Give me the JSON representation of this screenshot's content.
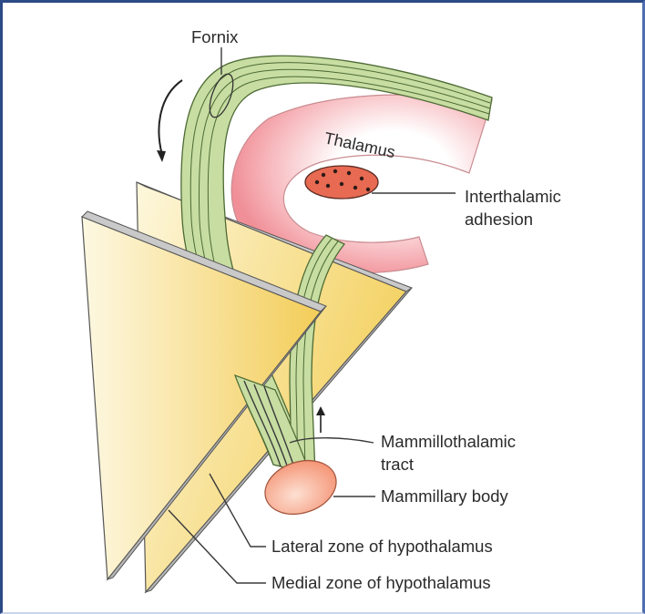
{
  "labels": {
    "fornix": "Fornix",
    "thalamus": "Thalamus",
    "interthalamic_line1": "Interthalamic",
    "interthalamic_line2": "adhesion",
    "mammillothalamic_line1": "Mammillothalamic",
    "mammillothalamic_line2": "tract",
    "mammillary_body": "Mammillary body",
    "lateral_zone": "Lateral zone of hypothalamus",
    "medial_zone": "Medial zone of hypothalamus"
  },
  "colors": {
    "frame_border": "#2c4a86",
    "plane_yellow": "#f5d86a",
    "plane_edge": "#b3b3b3",
    "fiber_green": "#c7dda2",
    "fiber_line": "#4d6a34",
    "thalamus_pink": "#f4a3a9",
    "adhesion_red": "#e86a52",
    "mammillary_body": "#f7a487"
  }
}
